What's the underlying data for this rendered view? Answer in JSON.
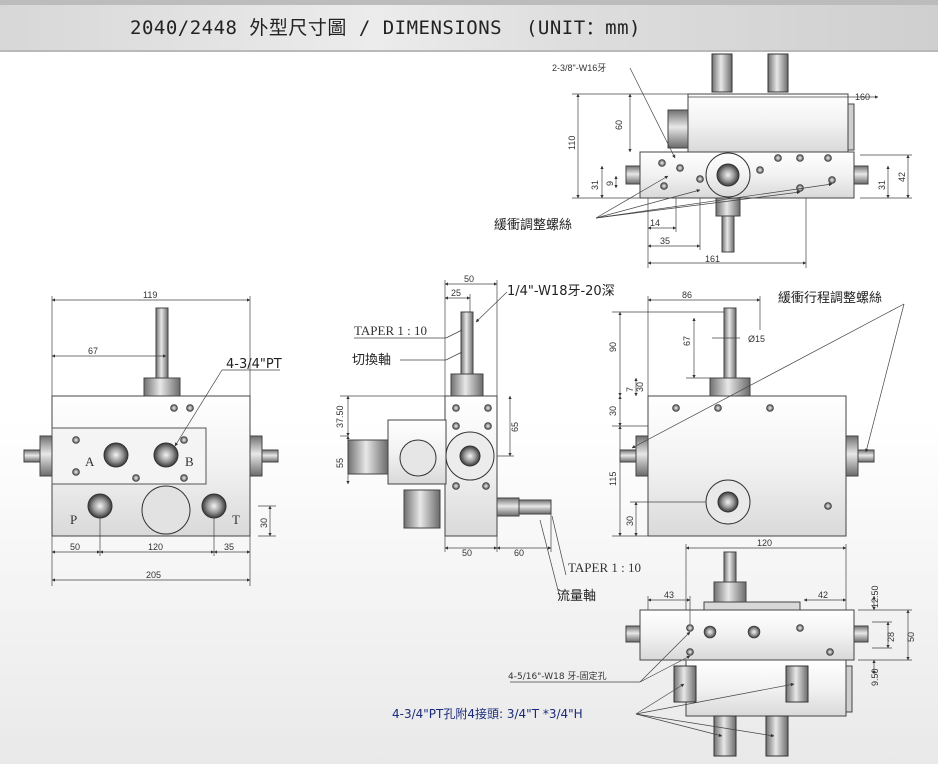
{
  "header": {
    "title": "2040/2448 外型尺寸圖 / DIMENSIONS  (UNIT：mm)"
  },
  "top_view": {
    "thread_callout": "2-3/8\"-W16牙",
    "adjust_callout": "緩衝調整螺絲",
    "dims": {
      "width_top": "160",
      "height_total": "110",
      "height_upper": "60",
      "left_31": "31",
      "left_9": "9",
      "right_31": "31",
      "right_42": "42",
      "bottom_14": "14",
      "bottom_35": "35",
      "bottom_161": "161"
    }
  },
  "front_view": {
    "port_callout": "4-3/4\"PT",
    "ports": {
      "a": "A",
      "b": "B",
      "p": "P",
      "t": "T"
    },
    "dims": {
      "width_119": "119",
      "width_67": "67",
      "bottom_50": "50",
      "bottom_120": "120",
      "bottom_35": "35",
      "bottom_205": "205",
      "right_30": "30"
    }
  },
  "side_view": {
    "thread_callout": "1/4\"-W18牙-20深",
    "taper_top": "TAPER  1 : 10",
    "shaft_label": "切換軸",
    "taper_bottom": "TAPER  1 : 10",
    "flow_label": "流量軸",
    "dims": {
      "top_50": "50",
      "top_25": "25",
      "left_37_50": "37.50",
      "left_55": "55",
      "right_65": "65",
      "bottom_50": "50",
      "bottom_60": "60"
    }
  },
  "rear_view": {
    "adjust_callout": "緩衝行程調整螺絲",
    "dims": {
      "top_86": "86",
      "dia_15": "Ø15",
      "left_90": "90",
      "left_67": "67",
      "left_7": "7",
      "left_30a": "30",
      "left_30b": "30",
      "left_115": "115",
      "left_30c": "30"
    }
  },
  "bottom_view": {
    "fix_callout": "4-5/16\"-W18 牙-固定孔",
    "port_callout": "4-3/4\"PT孔附4接頭: 3/4\"T *3/4\"H",
    "dims": {
      "top_120": "120",
      "left_43": "43",
      "right_42": "42",
      "right_12_50": "12.50",
      "right_28": "28",
      "right_50": "50",
      "right_9_50": "9.50"
    }
  }
}
